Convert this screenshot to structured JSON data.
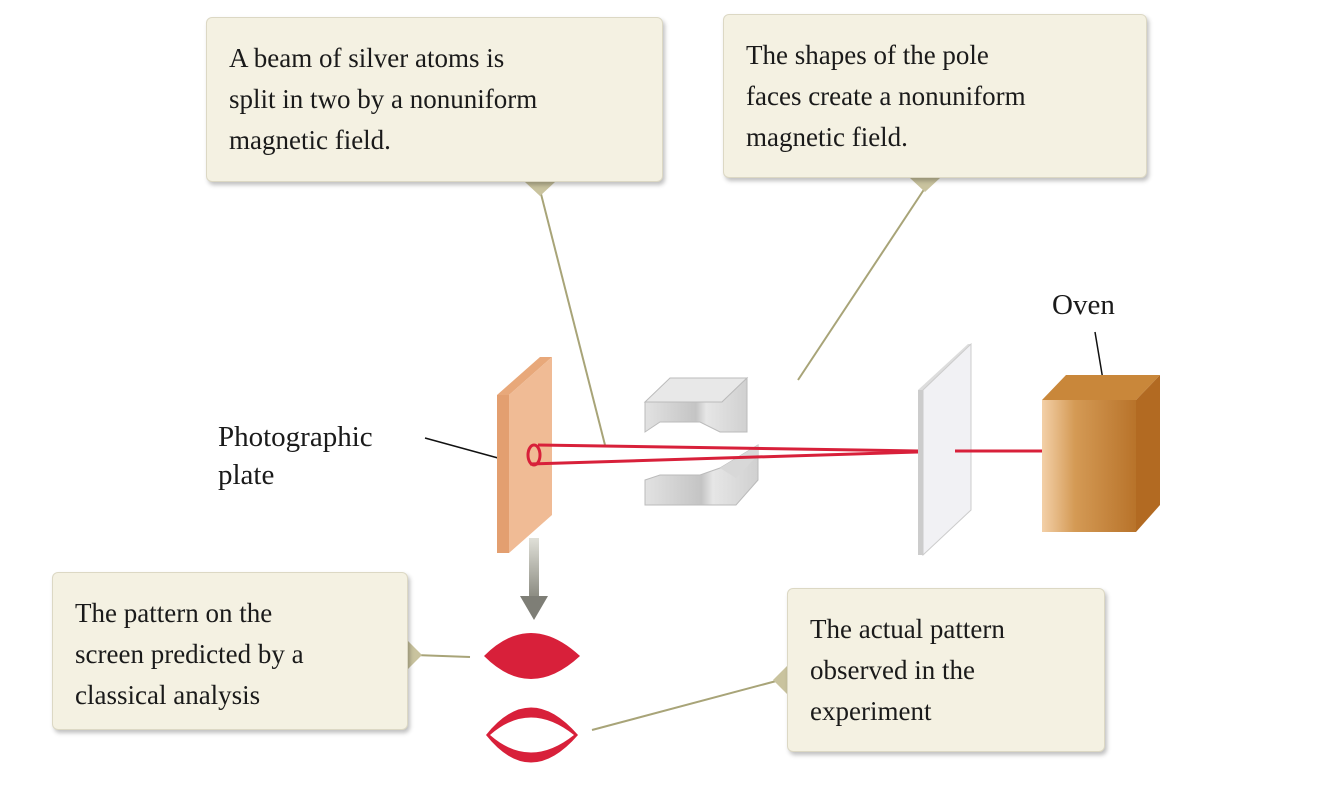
{
  "callouts": {
    "beam_split": [
      "A beam of silver atoms is",
      "split in two by a nonuniform",
      "magnetic field."
    ],
    "pole_faces": [
      "The shapes of the pole",
      "faces create a nonuniform",
      "magnetic field."
    ],
    "classical": [
      "The pattern on the",
      "screen predicted by a",
      "classical analysis"
    ],
    "actual": [
      "The actual pattern",
      "observed in the",
      "experiment"
    ]
  },
  "labels": {
    "oven": "Oven",
    "plate": [
      "Photographic",
      "plate"
    ]
  },
  "colors": {
    "beam": "#d8203a",
    "plate": "#efb892",
    "oven": "#c98a3c",
    "magnet": "#d4d4d4",
    "callout_bg": "#f4f1e2"
  }
}
